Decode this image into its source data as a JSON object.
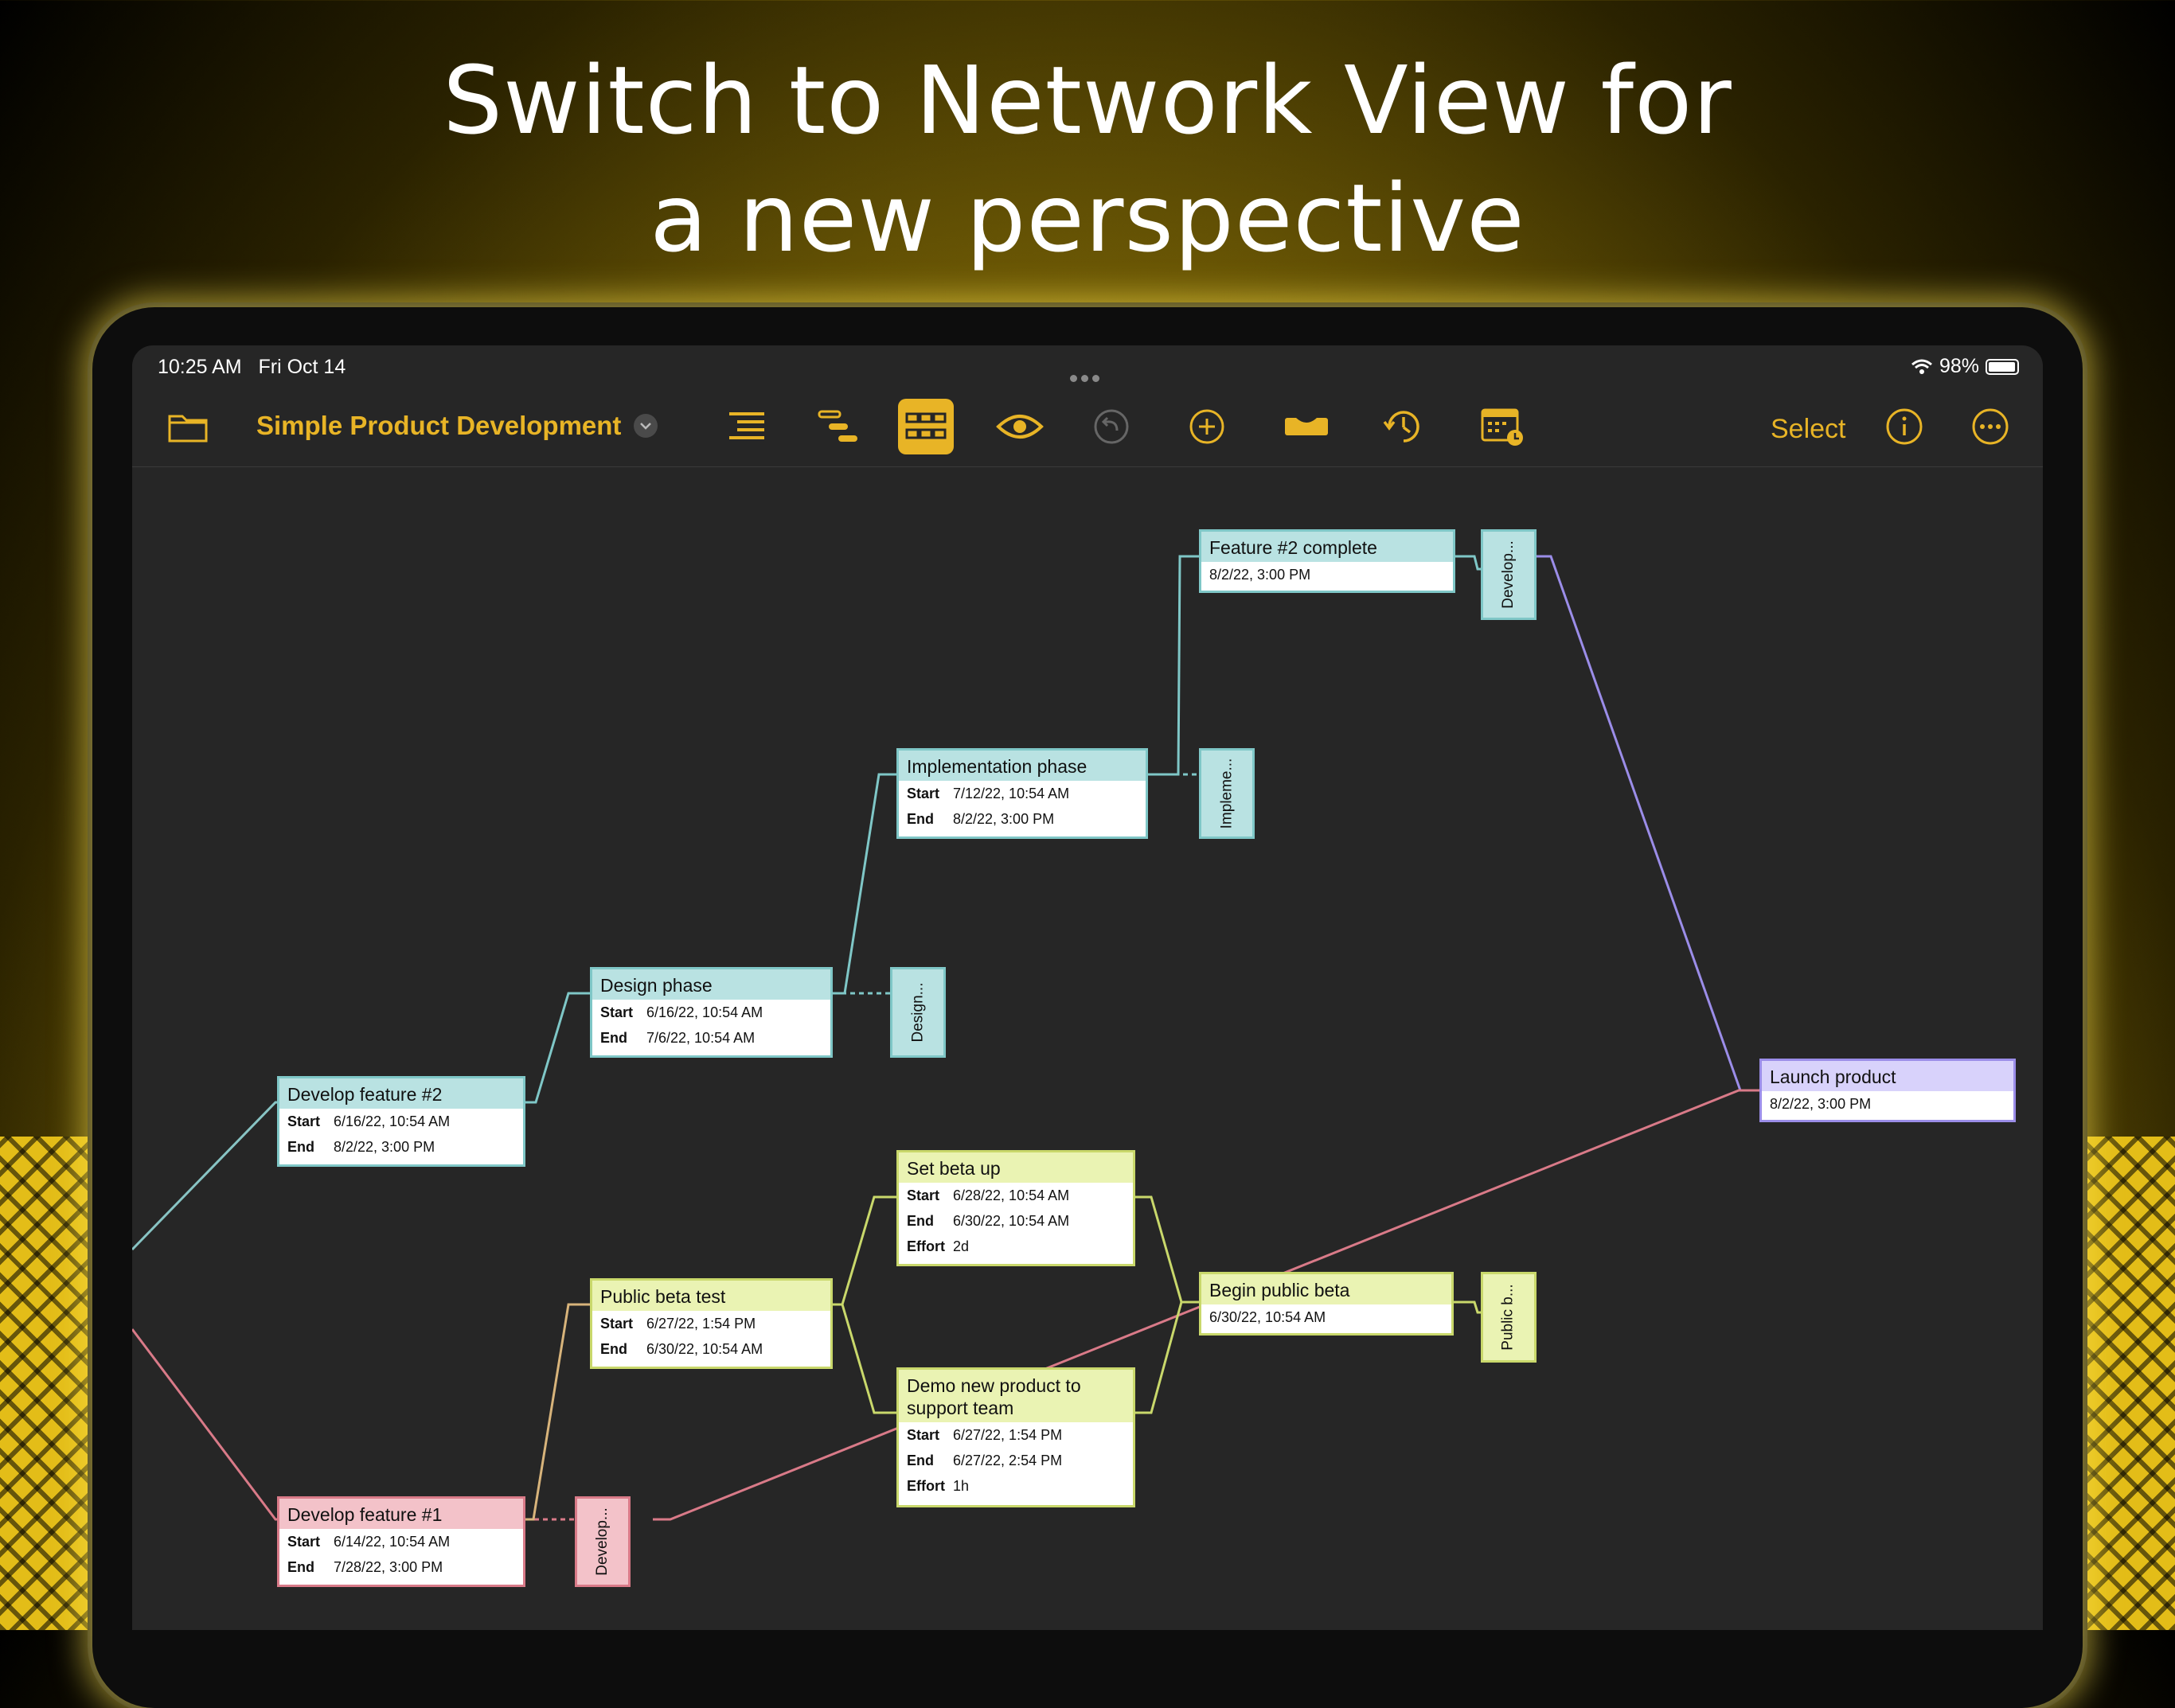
{
  "headline": {
    "line1": "Switch to Network View for",
    "line2": "a new perspective"
  },
  "status_bar": {
    "time": "10:25 AM",
    "date": "Fri Oct 14",
    "battery": "98%",
    "battery_level": 0.98
  },
  "toolbar": {
    "document_title": "Simple Product Development",
    "select_label": "Select",
    "icons": [
      "folder-icon",
      "chevron-down-icon",
      "outline-view-icon",
      "gantt-view-icon",
      "network-view-icon",
      "eye-icon",
      "undo-icon",
      "add-icon",
      "baseline-icon",
      "history-icon",
      "calendar-icon",
      "info-icon",
      "more-icon"
    ],
    "accent_color": "#e8b426"
  },
  "colors": {
    "teal": "#7fc7c7",
    "pink": "#d97a88",
    "lime": "#c9d86b",
    "violet": "#9b8de8",
    "canvas": "#262626"
  },
  "network": {
    "labels": {
      "start": "Start",
      "end": "End",
      "effort": "Effort"
    },
    "tasks": {
      "feature2_complete": {
        "title": "Feature #2 complete",
        "date": "8/2/22, 3:00 PM"
      },
      "implementation_phase": {
        "title": "Implementation phase",
        "start": "7/12/22, 10:54 AM",
        "end": "8/2/22, 3:00 PM"
      },
      "design_phase": {
        "title": "Design phase",
        "start": "6/16/22, 10:54 AM",
        "end": "7/6/22, 10:54 AM"
      },
      "develop_feature2": {
        "title": "Develop feature #2",
        "start": "6/16/22, 10:54 AM",
        "end": "8/2/22, 3:00 PM"
      },
      "set_beta_up": {
        "title": "Set beta up",
        "start": "6/28/22, 10:54 AM",
        "end": "6/30/22, 10:54 AM",
        "effort": "2d"
      },
      "public_beta_test": {
        "title": "Public beta test",
        "start": "6/27/22, 1:54 PM",
        "end": "6/30/22, 10:54 AM"
      },
      "begin_public_beta": {
        "title": "Begin public beta",
        "date": "6/30/22, 10:54 AM"
      },
      "demo_new_product": {
        "title_line1": "Demo new product to",
        "title_line2": "support team",
        "start": "6/27/22, 1:54 PM",
        "end": "6/27/22, 2:54 PM",
        "effort": "1h"
      },
      "develop_feature1": {
        "title": "Develop feature #1",
        "start": "6/14/22, 10:54 AM",
        "end": "7/28/22, 3:00 PM"
      },
      "launch_product": {
        "title": "Launch product",
        "date": "8/2/22, 3:00 PM"
      }
    },
    "summaries": {
      "develop_top": "Develop...",
      "impleme": "Impleme...",
      "design": "Design...",
      "public_b": "Public b...",
      "develop_bottom": "Develop..."
    }
  }
}
